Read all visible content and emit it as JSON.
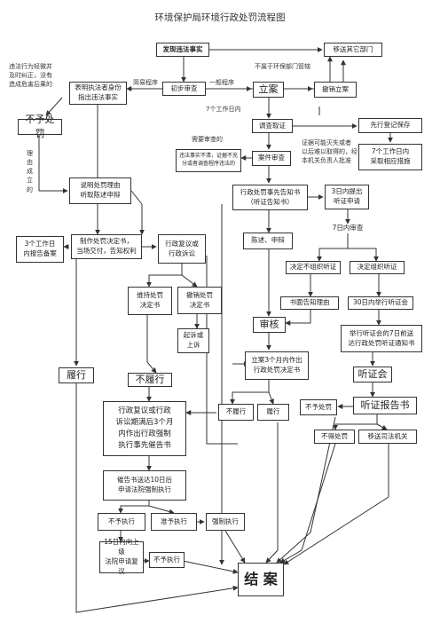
{
  "title": "环境保护局环境行政处罚流程图",
  "nodes": {
    "discover": "发现违法事实",
    "transfer": "移送其它部门",
    "not_env": "不属于环保部门管辖",
    "initial_review": "初步审查",
    "simple_proc": "简易程序",
    "general_proc": "一般程序",
    "file_case": "立案",
    "cancel_case": "撤销立案",
    "identity_box": "表明执法者身份\n指出违法事实",
    "light_violation": "违法行为轻微并\n及时纠正，没有\n造成危害后果的",
    "no_penalty_top": "不予处罚",
    "reason_side": "理\n由\n成\n立\n的",
    "seven_days_top": "7个工作日内",
    "investigate": "调查取证",
    "first_register": "先行登记保存",
    "seven_days_measures": "7个工作日内\n采取相应措施",
    "evidence_note": "证据可能灭失或者\n以后难以取得的，经\n本机关负责人批准",
    "cross_review": "需要审查的",
    "illegal_note": "违法事实不清，证据不充\n分或者调查程序违法的",
    "case_review": "案件审查",
    "explain_reason": "说明处罚理由\n听取陈述申辩",
    "prior_notice": "行政处罚事先告知书\n（听证告知书）",
    "three_days_req": "3日内提出\n听证申请",
    "three_days_report": "3个工作日\n内报告备案",
    "make_decision": "制作处罚决定书，\n当场交付，告知权利",
    "reconsider": "行政复议或\n行政诉讼",
    "statement": "陈述、申辩",
    "seven_days_review": "7日内审查",
    "no_hearing": "决定不组织听证",
    "hold_hearing": "决定组织听证",
    "maintain": "维持处罚\n决定书",
    "revoke": "撤销处罚\n决定书",
    "written_reason": "书面告知理由",
    "thirty_days": "30日内举行听证会",
    "sue": "起诉或\n上诉",
    "audit": "审核",
    "notice_seven": "举行听证会的7日前送\n达行政处罚听证通知书",
    "three_months": "立案3个月内作出\n行政处罚决定书",
    "hearing_meeting": "听证会",
    "perform": "履行",
    "not_perform_left": "不履行",
    "not_perform_mid": "不履行",
    "perform_mid": "履行",
    "no_penalty_right": "不予处罚",
    "hearing_report": "听证报告书",
    "recon_expire": "行政复议或行政\n诉讼期满后3个月\n内作出行政强制\n执行事先催告书",
    "no_punish": "不得处罚",
    "to_judicial": "移送司法机关",
    "urge_letter": "催告书送达10日后\n申请法院强制执行",
    "not_enforce": "不予执行",
    "enforce_approve": "准予执行",
    "forced": "强制执行",
    "fifteen_days": "15日内向上级\n法院申请复议",
    "not_enforce2": "不予执行",
    "end": "结 案"
  }
}
